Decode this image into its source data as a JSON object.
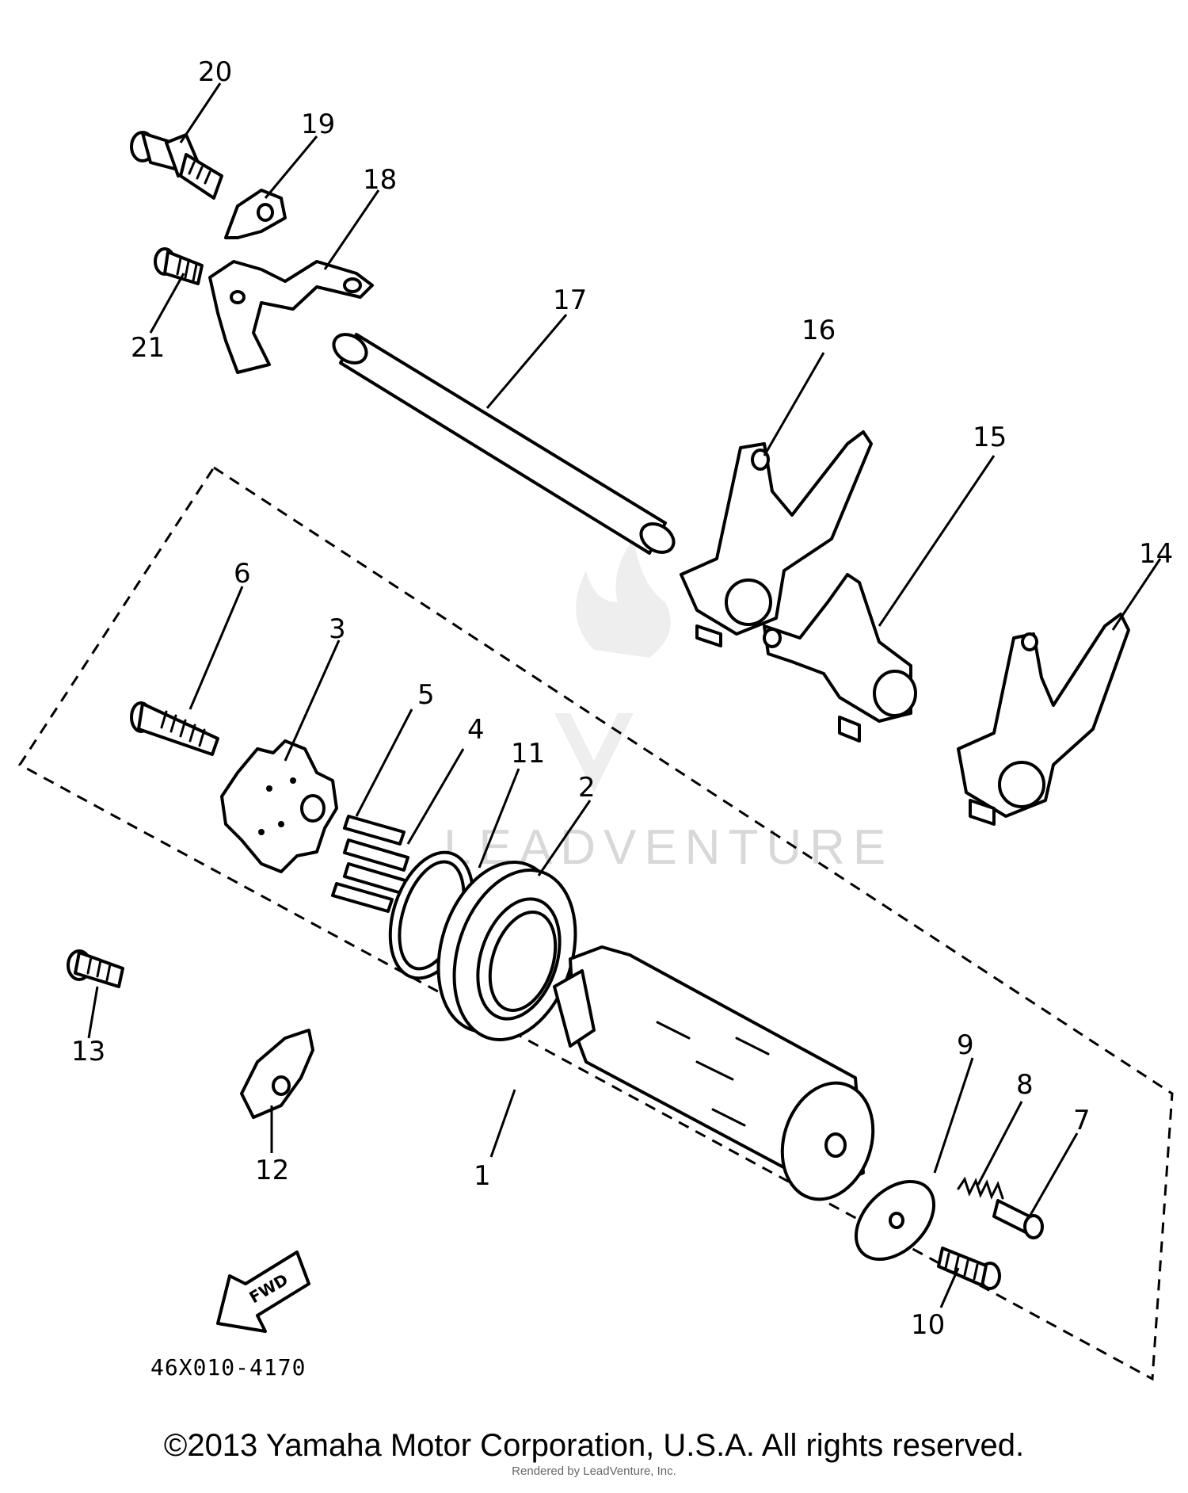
{
  "diagram": {
    "callouts": [
      {
        "id": "c1",
        "label": "1"
      },
      {
        "id": "c2",
        "label": "2"
      },
      {
        "id": "c3",
        "label": "3"
      },
      {
        "id": "c4",
        "label": "4"
      },
      {
        "id": "c5",
        "label": "5"
      },
      {
        "id": "c6",
        "label": "6"
      },
      {
        "id": "c7",
        "label": "7"
      },
      {
        "id": "c8",
        "label": "8"
      },
      {
        "id": "c9",
        "label": "9"
      },
      {
        "id": "c10",
        "label": "10"
      },
      {
        "id": "c11",
        "label": "11"
      },
      {
        "id": "c12",
        "label": "12"
      },
      {
        "id": "c13",
        "label": "13"
      },
      {
        "id": "c14",
        "label": "14"
      },
      {
        "id": "c15",
        "label": "15"
      },
      {
        "id": "c16",
        "label": "16"
      },
      {
        "id": "c17",
        "label": "17"
      },
      {
        "id": "c18",
        "label": "18"
      },
      {
        "id": "c19",
        "label": "19"
      },
      {
        "id": "c20",
        "label": "20"
      },
      {
        "id": "c21",
        "label": "21"
      }
    ],
    "diagram_code": "46X010-4170",
    "fwd_label": "FWD",
    "watermark": "LEADVENTURE"
  },
  "footer": {
    "copyright": "©2013 Yamaha Motor Corporation, U.S.A. All rights reserved.",
    "rendered_by": "Rendered by LeadVenture, Inc."
  }
}
